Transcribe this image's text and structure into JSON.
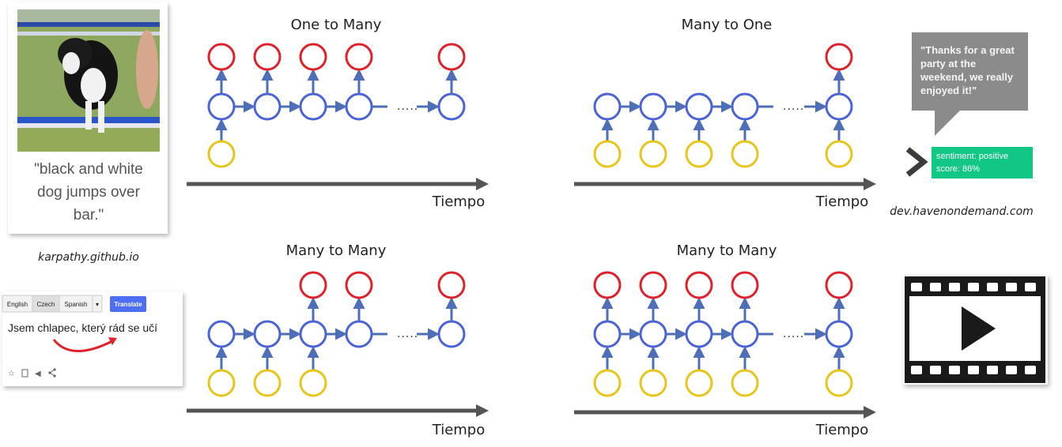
{
  "colors": {
    "hidden": "#4a63d6",
    "output": "#e0202a",
    "input": "#e8c51a",
    "arrow": "#4e6fb8",
    "time_axis": "#555555",
    "sentiment_bg": "#10c785",
    "bubble_bg": "#8b8b8b",
    "translate_button": "#4d6ef2"
  },
  "panels": [
    {
      "title": "One to Many",
      "time_label": "Tiempo",
      "dots": ".....",
      "cells": [
        {
          "input": true,
          "output": true
        },
        {
          "input": false,
          "output": true
        },
        {
          "input": false,
          "output": true
        },
        {
          "input": false,
          "output": true
        },
        {
          "input": false,
          "output": true
        }
      ]
    },
    {
      "title": "Many to One",
      "time_label": "Tiempo",
      "dots": ".....",
      "cells": [
        {
          "input": true,
          "output": false
        },
        {
          "input": true,
          "output": false
        },
        {
          "input": true,
          "output": false
        },
        {
          "input": true,
          "output": false
        },
        {
          "input": true,
          "output": true
        }
      ]
    },
    {
      "title": "Many to Many",
      "time_label": "Tiempo",
      "dots": ".....",
      "cells": [
        {
          "input": true,
          "output": false
        },
        {
          "input": true,
          "output": false
        },
        {
          "input": true,
          "output": true
        },
        {
          "input": false,
          "output": true
        },
        {
          "input": false,
          "output": true
        }
      ]
    },
    {
      "title": "Many to Many",
      "time_label": "Tiempo",
      "dots": ".....",
      "cells": [
        {
          "input": true,
          "output": true
        },
        {
          "input": true,
          "output": true
        },
        {
          "input": true,
          "output": true
        },
        {
          "input": true,
          "output": true
        },
        {
          "input": true,
          "output": true
        }
      ]
    }
  ],
  "image_caption": {
    "lines": [
      "\"black and white",
      "dog jumps over",
      "bar.\""
    ],
    "credit": "karpathy.github.io"
  },
  "sentiment": {
    "quote_lines": [
      "\"Thanks for a great",
      "party at the",
      "weekend, we really",
      "enjoyed it!\""
    ],
    "label": "sentiment: positive",
    "score": "score: 86%",
    "credit": "dev.havenondemand.com"
  },
  "translate": {
    "tabs": [
      "English",
      "Czech",
      "Spanish"
    ],
    "button": "Translate",
    "text": "Jsem chlapec, který rád se učí"
  },
  "icons": {
    "chevron": "chevron-right-icon",
    "video": "film-strip-play-icon",
    "star": "star-icon",
    "copy": "copy-icon",
    "speaker": "speaker-icon",
    "share": "share-icon"
  }
}
